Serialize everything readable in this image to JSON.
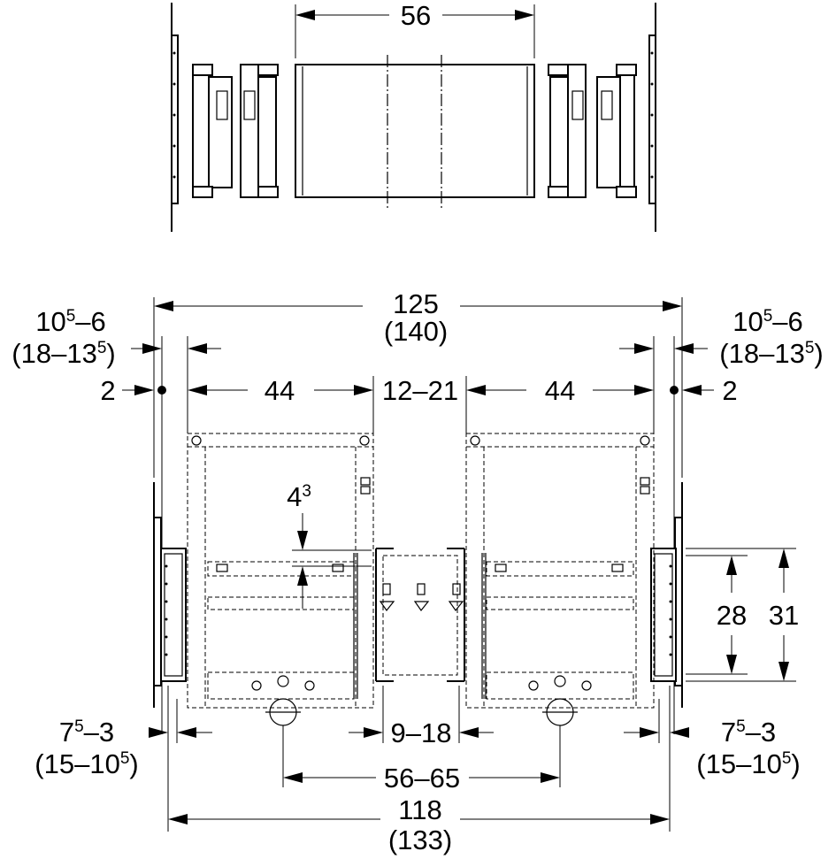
{
  "dimensions": {
    "top_panel_width": "56",
    "overall_width": "125",
    "overall_width_alt": "(140)",
    "bracket_offset_left": {
      "base": "10",
      "sup1": "5",
      "rest": "–6"
    },
    "bracket_offset_left_alt": {
      "base": "(18–13",
      "sup1": "5",
      "rest": ")"
    },
    "bracket_offset_right": {
      "base": "10",
      "sup1": "5",
      "rest": "–6"
    },
    "bracket_offset_right_alt": {
      "base": "(18–13",
      "sup1": "5",
      "rest": ")"
    },
    "edge_gap_left": "2",
    "edge_gap_right": "2",
    "frame_width_left": "44",
    "frame_gap": "12–21",
    "frame_width_right": "44",
    "rail_spacing": {
      "base": "4",
      "sup1": "3"
    },
    "panel_inner_height": "28",
    "panel_outer_height": "31",
    "side_offset_left": {
      "base": "7",
      "sup1": "5",
      "rest": "–3"
    },
    "side_offset_left_alt": {
      "base": "(15–10",
      "sup1": "5",
      "rest": ")"
    },
    "side_offset_right": {
      "base": "7",
      "sup1": "5",
      "rest": "–3"
    },
    "side_offset_right_alt": {
      "base": "(15–10",
      "sup1": "5",
      "rest": ")"
    },
    "inner_gap": "9–18",
    "drain_spacing": "56–65",
    "bottom_width": "118",
    "bottom_width_alt": "(133)"
  }
}
